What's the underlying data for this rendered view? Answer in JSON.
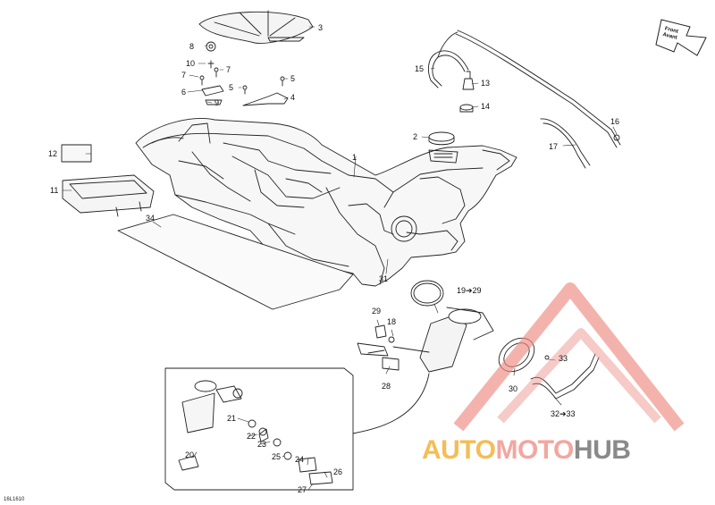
{
  "diagram": {
    "drawing_code": "16L1610",
    "direction_label_en": "Front",
    "direction_label_fr": "Avant",
    "callouts": {
      "c1": "1",
      "c2": "2",
      "c3": "3",
      "c4": "4",
      "c5a": "5",
      "c5b": "5",
      "c6": "6",
      "c7a": "7",
      "c7b": "7",
      "c8": "8",
      "c9": "9",
      "c10": "10",
      "c11": "11",
      "c12": "12",
      "c13": "13",
      "c14": "14",
      "c15": "15",
      "c16": "16",
      "c17": "17",
      "c18": "18",
      "c19": "19➔29",
      "c20": "20",
      "c21": "21",
      "c22": "22",
      "c23": "23",
      "c24": "24",
      "c25": "25",
      "c26": "26",
      "c27": "27",
      "c28": "28",
      "c29": "29",
      "c30": "30",
      "c31": "31",
      "c32": "32➔33",
      "c33": "33",
      "c34": "34"
    },
    "watermark": {
      "part1": "AUTO",
      "part2": "MOTO",
      "part3": "HUB"
    },
    "colors": {
      "line": "#222222",
      "watermark_red": "#e74c3c",
      "watermark_yellow": "#f5bd55",
      "watermark_gray": "#8a8a8a"
    }
  }
}
